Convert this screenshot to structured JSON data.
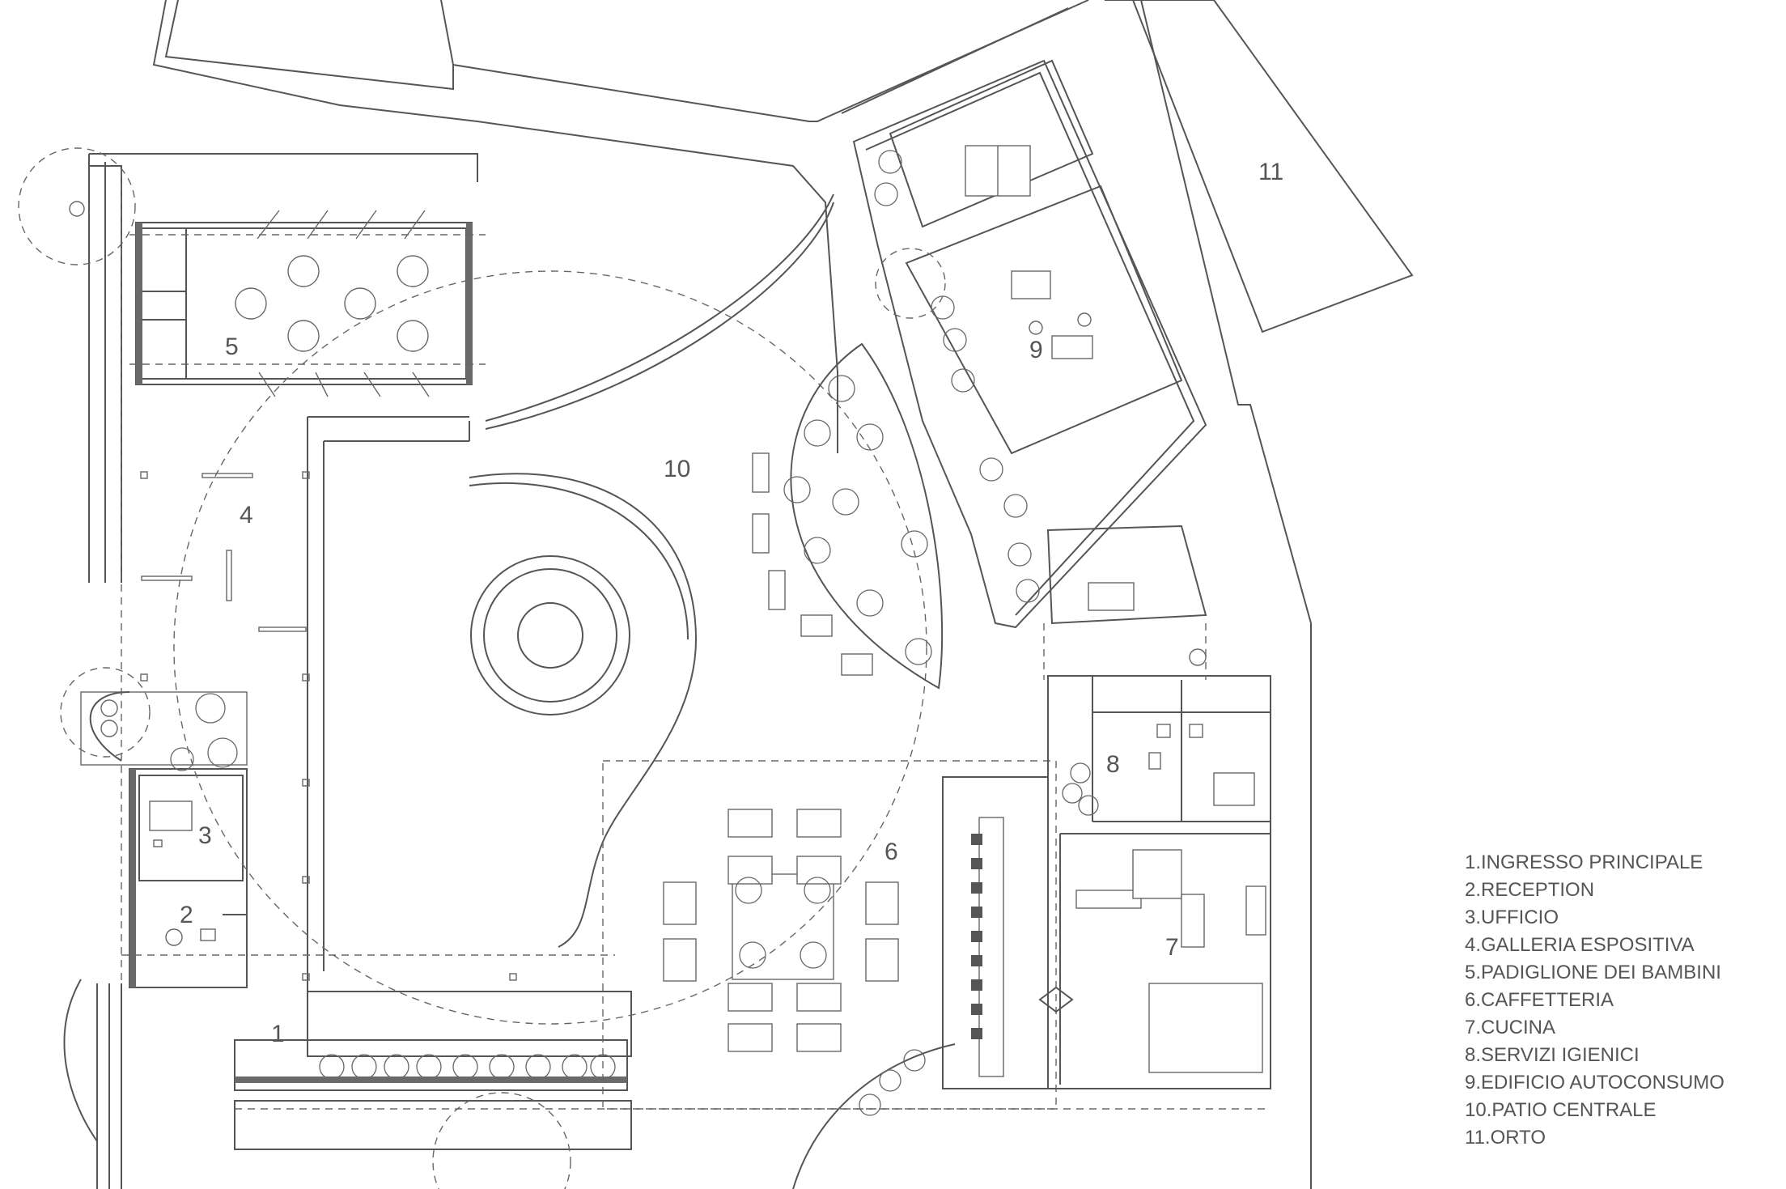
{
  "legend": [
    "1.INGRESSO PRINCIPALE",
    "2.RECEPTION",
    "3.UFFICIO",
    "4.GALLERIA ESPOSITIVA",
    "5.PADIGLIONE DEI BAMBINI",
    "6.CAFFETTERIA",
    "7.CUCINA",
    "8.SERVIZI IGIENICI",
    "9.EDIFICIO AUTOCONSUMO",
    "10.PATIO CENTRALE",
    "11.ORTO"
  ],
  "area_numbers": {
    "n1": "1",
    "n2": "2",
    "n3": "3",
    "n4": "4",
    "n5": "5",
    "n6": "6",
    "n7": "7",
    "n8": "8",
    "n9": "9",
    "n10": "10",
    "n11": "11"
  }
}
